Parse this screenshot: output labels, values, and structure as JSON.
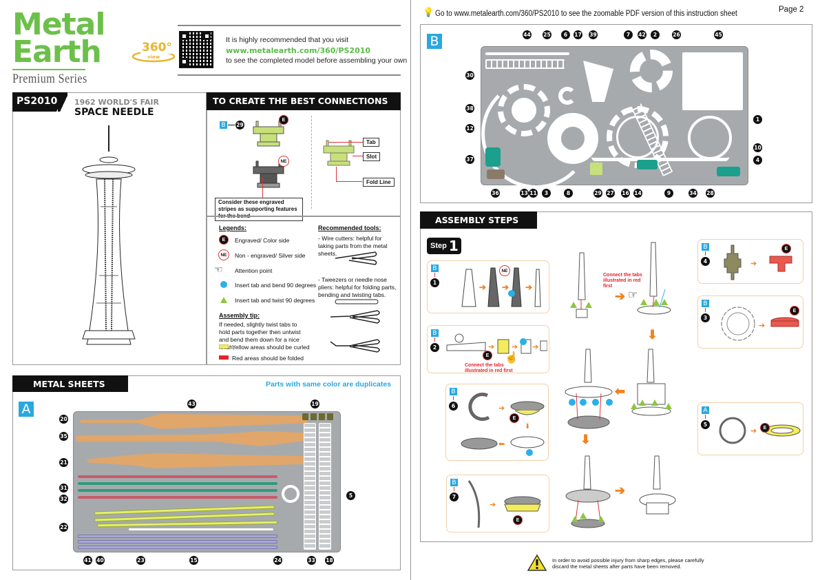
{
  "brand": {
    "logo_line1": "Metal",
    "logo_line2": "Earth",
    "series": "Premium Series",
    "badge_360": "360°",
    "badge_view": "view"
  },
  "header_left": {
    "recommend_line1": "It is highly recommended that you visit",
    "recommend_url": "www.metalearth.com/360/PS2010",
    "recommend_line2": "to see the completed model before assembling your own"
  },
  "header_right": {
    "tip": "Go to www.metalearth.com/360/PS2010 to see the zoomable PDF version of this instruction sheet",
    "page": "Page 2"
  },
  "model": {
    "code": "PS2010",
    "subtitle": "1962 WORLD'S FAIR",
    "title": "SPACE NEEDLE"
  },
  "connections": {
    "heading": "TO CREATE THE BEST CONNECTIONS",
    "sheet": "B",
    "part": "29",
    "engraved_badge": "E",
    "non_engraved_badge": "NE",
    "note": "Consider these engraved stripes as supporting features for the bend",
    "labels": [
      "Tab",
      "Slot",
      "Fold Line"
    ]
  },
  "legends": {
    "heading": "Legends:",
    "items": [
      {
        "icon": "engraved-badge",
        "badge": "E",
        "text": "Engraved/ Color side"
      },
      {
        "icon": "non-engraved-badge",
        "badge": "NE",
        "text": "Non - engraved/ Silver side"
      },
      {
        "icon": "pointing-hand",
        "text": "Attention point"
      },
      {
        "icon": "blue-dot",
        "text": "Insert tab and bend 90 degrees"
      },
      {
        "icon": "green-triangle",
        "text": "Insert tab and twist 90 degrees"
      }
    ],
    "tip_heading": "Assembly tip:",
    "tip_text": "If needed, slightly twist tabs to hold parts together then untwist and bend them down for a nice finish.",
    "yellow_note": "Yellow areas should be curled",
    "red_note": "Red areas should be folded",
    "yellow_color": "#f4ec5c",
    "red_color": "#e3232a"
  },
  "tools": {
    "heading": "Recommended tools:",
    "wire_cutters": "- Wire cutters: helpful for taking parts from the metal sheets.",
    "tweezers": "- Tweezers or needle nose pliers: helpful for folding parts, bending and twisting tabs."
  },
  "metal_sheets": {
    "heading": "METAL SHEETS",
    "note": "Parts with same color are duplicates",
    "sheet_a": {
      "letter": "A",
      "top_labels": [
        "43",
        "19"
      ],
      "left_labels": [
        "20",
        "35",
        "21",
        "31",
        "32",
        "22"
      ],
      "right_labels": [
        "5"
      ],
      "bottom_labels": [
        "41",
        "40",
        "23",
        "15",
        "24",
        "33",
        "18"
      ]
    },
    "sheet_b": {
      "letter": "B",
      "top_labels": [
        "44",
        "25",
        "6",
        "17",
        "39",
        "7",
        "42",
        "2",
        "26",
        "45"
      ],
      "left_labels": [
        "30",
        "38",
        "12",
        "37"
      ],
      "right_labels": [
        "1",
        "10",
        "4"
      ],
      "bottom_labels": [
        "36",
        "13",
        "11",
        "3",
        "8",
        "29",
        "27",
        "16",
        "14",
        "9",
        "34",
        "28"
      ]
    }
  },
  "assembly": {
    "heading": "ASSEMBLY STEPS",
    "step_word": "Step",
    "step_number": "1",
    "connect_note": "Connect the tabs illustrated in red first",
    "substeps": [
      {
        "sheet": "B",
        "part": "1"
      },
      {
        "sheet": "B",
        "part": "2"
      },
      {
        "sheet": "B",
        "part": "4"
      },
      {
        "sheet": "B",
        "part": "3"
      },
      {
        "sheet": "B",
        "part": "6"
      },
      {
        "sheet": "A",
        "part": "5"
      },
      {
        "sheet": "B",
        "part": "7"
      }
    ],
    "badges": {
      "engraved": "E",
      "non_engraved": "NE"
    }
  },
  "warning": {
    "line1": "In order to avoid possible injury from sharp edges, please carefully",
    "line2": "discard the metal sheets after parts have been removed."
  },
  "colors": {
    "brand_green": "#6cc04a",
    "sheet_blue": "#29a8e0",
    "arrow_orange": "#f0821e",
    "note_blue": "#29a8e0"
  }
}
